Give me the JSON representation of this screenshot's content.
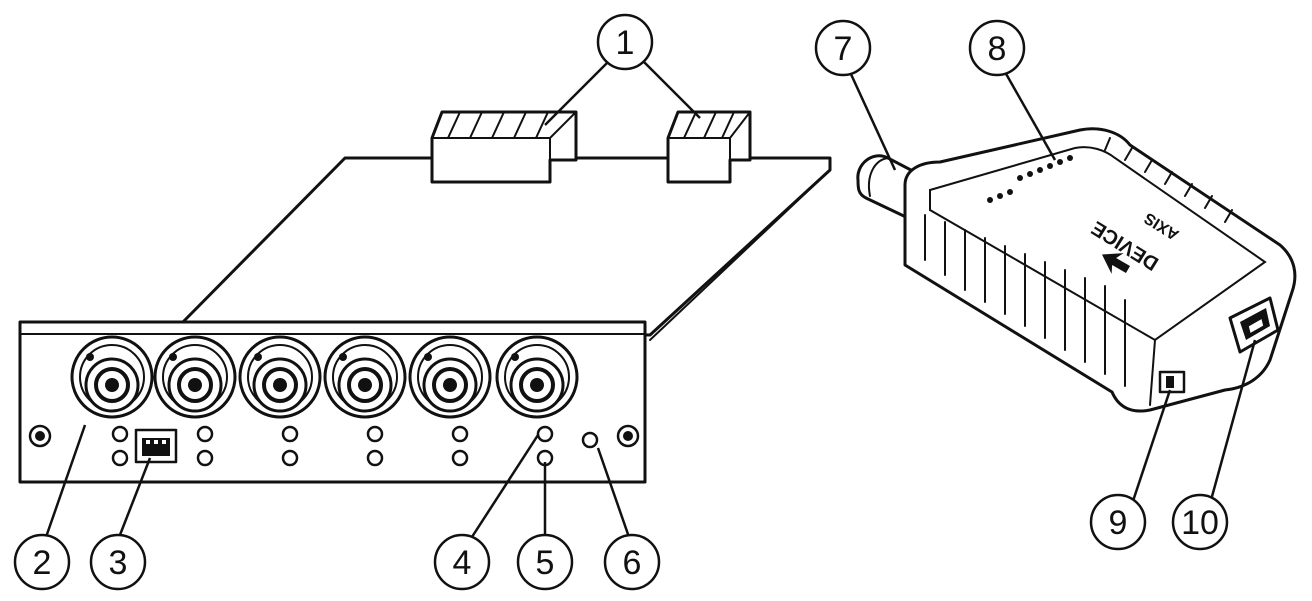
{
  "callouts": [
    {
      "id": "1",
      "label": "1"
    },
    {
      "id": "2",
      "label": "2"
    },
    {
      "id": "3",
      "label": "3"
    },
    {
      "id": "4",
      "label": "4"
    },
    {
      "id": "5",
      "label": "5"
    },
    {
      "id": "6",
      "label": "6"
    },
    {
      "id": "7",
      "label": "7"
    },
    {
      "id": "8",
      "label": "8"
    },
    {
      "id": "9",
      "label": "9"
    },
    {
      "id": "10",
      "label": "10"
    }
  ],
  "device": {
    "brand": "AXIS",
    "name": "DEVICE"
  },
  "colors": {
    "line": "#111111",
    "background": "#ffffff"
  }
}
